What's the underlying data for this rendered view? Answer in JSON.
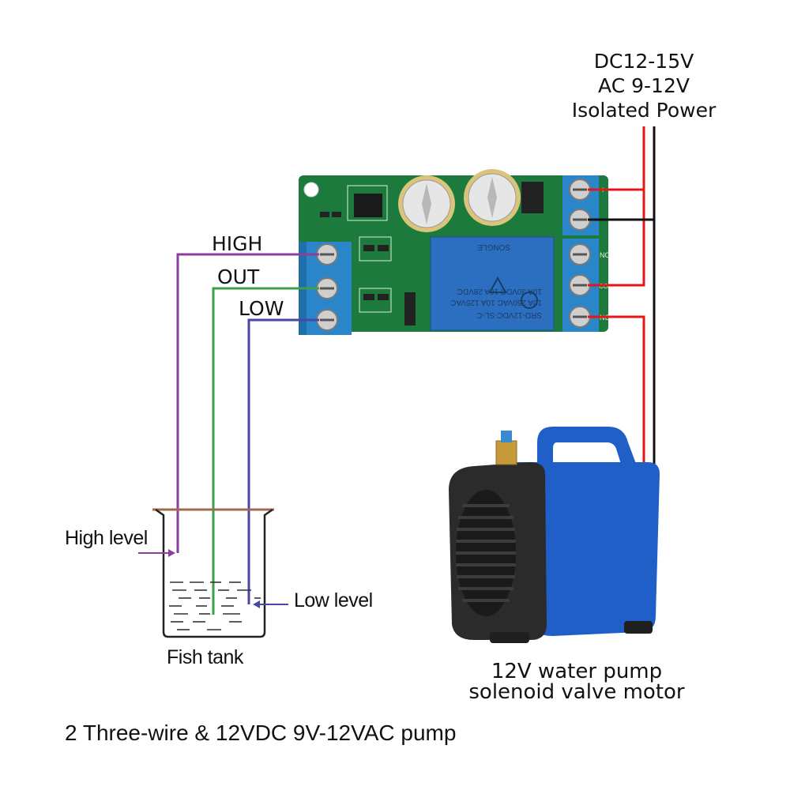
{
  "power_label": {
    "line1": "DC12-15V",
    "line2": "AC 9-12V",
    "line3": "Isolated Power"
  },
  "wire_labels": {
    "high": "HIGH",
    "out": "OUT",
    "low": "LOW"
  },
  "tank": {
    "high_level": "High level",
    "low_level": "Low level",
    "name": "Fish tank"
  },
  "pump_label": {
    "line1": "12V water pump",
    "line2": "solenoid valve motor"
  },
  "caption": "2 Three-wire & 12VDC 9V-12VAC pump",
  "relay": {
    "model": "SRD-12VDC-SL-C",
    "rating1": "10A 250VAC  10A 125VAC",
    "rating2": "10A 30VDC  10A 28VDC",
    "brand": "SONGLE"
  },
  "terminal_marks": {
    "plus": "+",
    "minus": "-",
    "nc": "NC",
    "com": "COM",
    "no": "NO"
  },
  "colors": {
    "high_wire": "#8a3f9c",
    "out_wire": "#3aa04a",
    "low_wire": "#4b45a8",
    "power_positive": "#e8141a",
    "power_negative": "#111111",
    "pcb": "#1b7a3c",
    "terminal": "#2a86c8",
    "relay": "#2c6fc0",
    "pump_body": "#1f5fc7",
    "pump_black": "#2b2b2b"
  }
}
